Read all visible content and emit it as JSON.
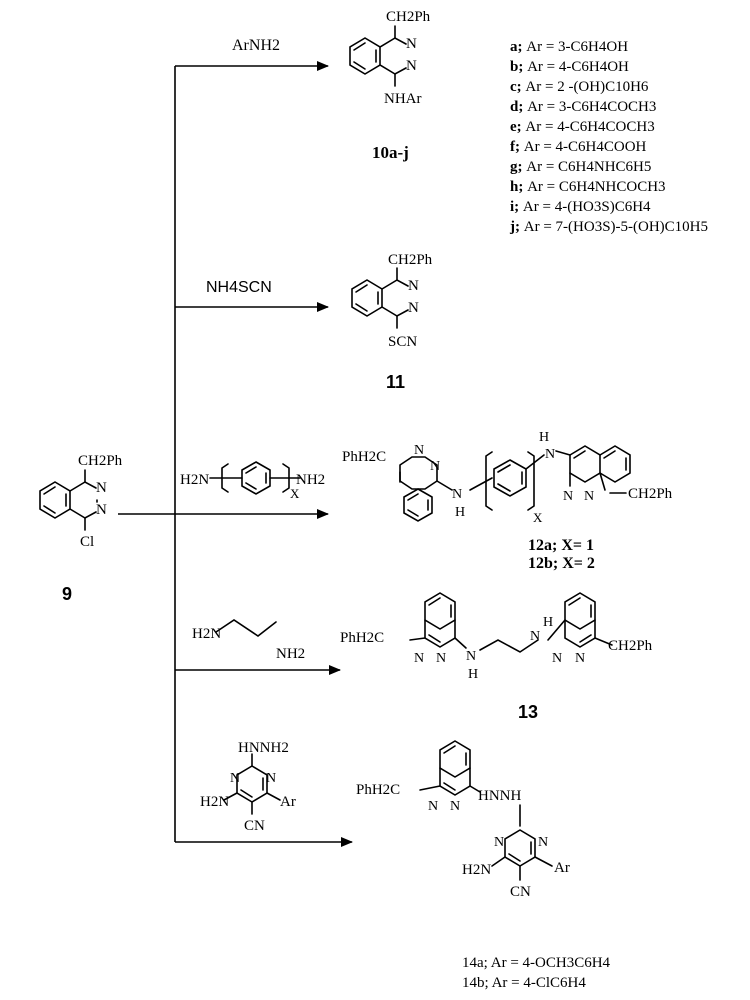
{
  "reagents": {
    "arnh2": "ArNH2",
    "nh4scn": "NH4SCN"
  },
  "compounds": {
    "c9": {
      "label": "9",
      "ch2ph": "CH2Ph",
      "cl": "Cl"
    },
    "c10": {
      "label": "10a-j",
      "ch2ph": "CH2Ph",
      "nhar": "NHAr"
    },
    "c11": {
      "label": "11",
      "ch2ph": "CH2Ph",
      "scn": "SCN"
    },
    "c12": {
      "label_a": "12a; X= 1",
      "label_b": "12b; X= 2",
      "phh2c": "PhH2C",
      "ch2ph": "CH2Ph",
      "x": "X"
    },
    "c13": {
      "label": "13",
      "phh2c": "PhH2C",
      "ch2ph": "CH2Ph"
    },
    "c14": {
      "label_a": "14a; Ar = 4-OCH3C6H4",
      "label_b": "14b; Ar = 4-ClC6H4",
      "phh2c": "PhH2C",
      "hnnh": "HNNH",
      "h2n": "H2N",
      "ar": "Ar",
      "cn": "CN"
    }
  },
  "reagent_structures": {
    "diamine_aryl": {
      "h2n": "H2N",
      "nh2": "NH2",
      "x": "X"
    },
    "ethylenediamine": {
      "h2n": "H2N",
      "nh2": "NH2"
    },
    "pyrimidine": {
      "hnnh2": "HNNH2",
      "h2n": "H2N",
      "ar": "Ar",
      "cn": "CN"
    }
  },
  "ar_list": [
    {
      "letter": "a",
      "text": "Ar = 3-C6H4OH"
    },
    {
      "letter": "b",
      "text": "Ar = 4-C6H4OH"
    },
    {
      "letter": "c",
      "text": "Ar = 2 -(OH)C10H6"
    },
    {
      "letter": "d",
      "text": "Ar = 3-C6H4COCH3"
    },
    {
      "letter": "e",
      "text": "Ar = 4-C6H4COCH3"
    },
    {
      "letter": "f",
      "text": "Ar = 4-C6H4COOH"
    },
    {
      "letter": "g",
      "text": "Ar = C6H4NHC6H5"
    },
    {
      "letter": "h",
      "text": "Ar = C6H4NHCOCH3"
    },
    {
      "letter": "i",
      "text": "Ar = 4-(HO3S)C6H4"
    },
    {
      "letter": "j",
      "text": "Ar = 7-(HO3S)-5-(OH)C10H5"
    }
  ]
}
